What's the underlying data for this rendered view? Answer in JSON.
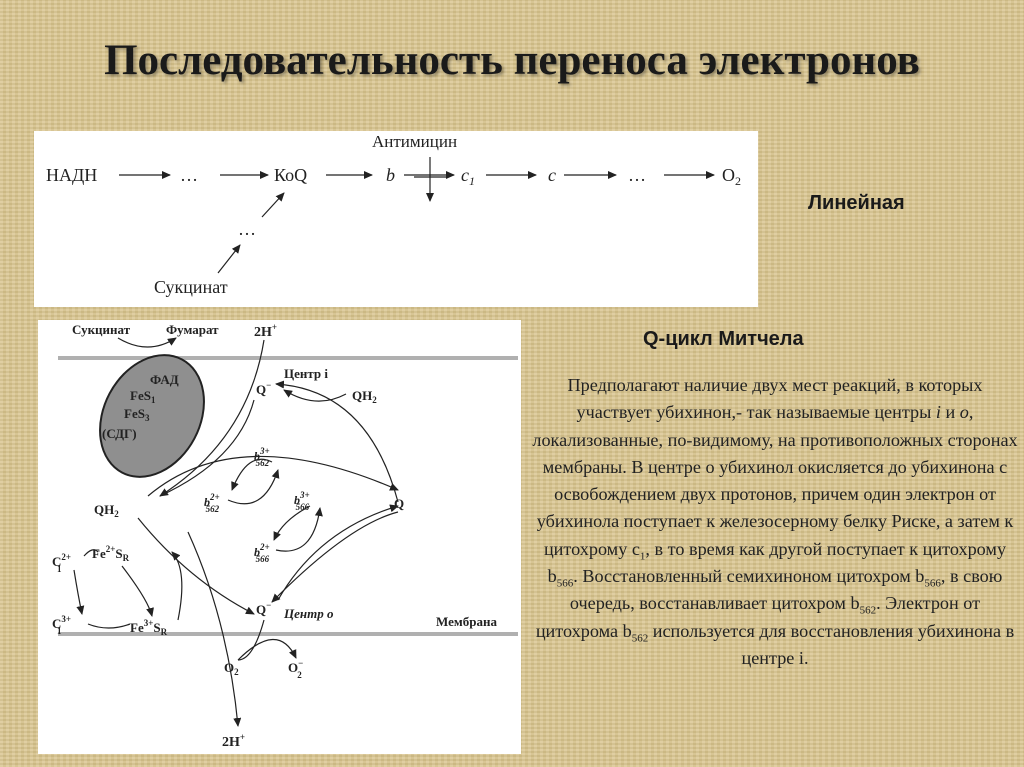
{
  "title": "Последовательность переноса электронов",
  "linear": {
    "label": "Линейная",
    "nadh": "НАДН",
    "dots": "…",
    "koq": "КоQ",
    "b": "b",
    "c1": "c",
    "c1_sub": "1",
    "c": "c",
    "o2": "O",
    "o2_sub": "2",
    "antimycin": "Антимицин",
    "succinate": "Сукцинат"
  },
  "qcycle": {
    "label": "Q-цикл Митчела",
    "succinate": "Сукцинат",
    "fumarate": "Фумарат",
    "h_top": "2H",
    "h_top_sup": "+",
    "fad": "ФАД",
    "fes1": "FeS",
    "fes1_sub": "1",
    "fes3": "FeS",
    "fes3_sub": "3",
    "sdg": "(СДГ)",
    "center_i": "Центр i",
    "center_o": "Центр o",
    "q_minus": "Q",
    "q_minus_sup": "−",
    "qh2": "QH",
    "qh2_sub": "2",
    "q": "Q",
    "b562_ox": "b",
    "b562_ox_sup": "3+",
    "b562_ox_sub": "562",
    "b562_red": "b",
    "b562_red_sup": "2+",
    "b562_red_sub": "562",
    "b566_ox": "b",
    "b566_ox_sup": "3+",
    "b566_ox_sub": "566",
    "b566_red": "b",
    "b566_red_sup": "2+",
    "b566_red_sub": "566",
    "c1_red": "C",
    "c1_red_sup": "2+",
    "c1_red_sub": "1",
    "c1_ox": "C",
    "c1_ox_sup": "3+",
    "c1_ox_sub": "1",
    "fe_red": "Fe",
    "fe_red_sup": "2+",
    "fe_red_s": "S",
    "fe_red_s_sub": "R",
    "fe_ox": "Fe",
    "fe_ox_sup": "3+",
    "fe_ox_s": "S",
    "fe_ox_s_sub": "R",
    "membrane": "Мембрана",
    "o2": "O",
    "o2_sub": "2",
    "o2_minus": "O",
    "o2_minus_sup": "−",
    "o2_minus_sub": "2",
    "h_bottom": "2H",
    "h_bottom_sup": "+"
  },
  "description": {
    "p1": "Предполагают наличие двух мест реакций, в которых участвует убихинон,- так называемые центры ",
    "i": "i",
    "and": " и ",
    "o": "o",
    "p2": ", локализованные, по-видимому, на противоположных сторонах мембраны. В центре о убихинол окисляется до убихинона с освобождением двух протонов, причем один электрон от убихинола поступает к железосерному белку Риске, а затем к цитохрому с",
    "sub1": "1",
    "p3": ", в то время как другой поступает к цитохрому b",
    "sub566a": "566",
    "p4": ". Восстановленный семихиноном цитохром b",
    "sub566b": "566",
    "p5": ", в свою очередь, восстанавливает цитохром b",
    "sub562a": "562",
    "p6": ". Электрон от цитохрома b",
    "sub562b": "562",
    "p7": " используется для восстановления убихинона в центре i."
  }
}
